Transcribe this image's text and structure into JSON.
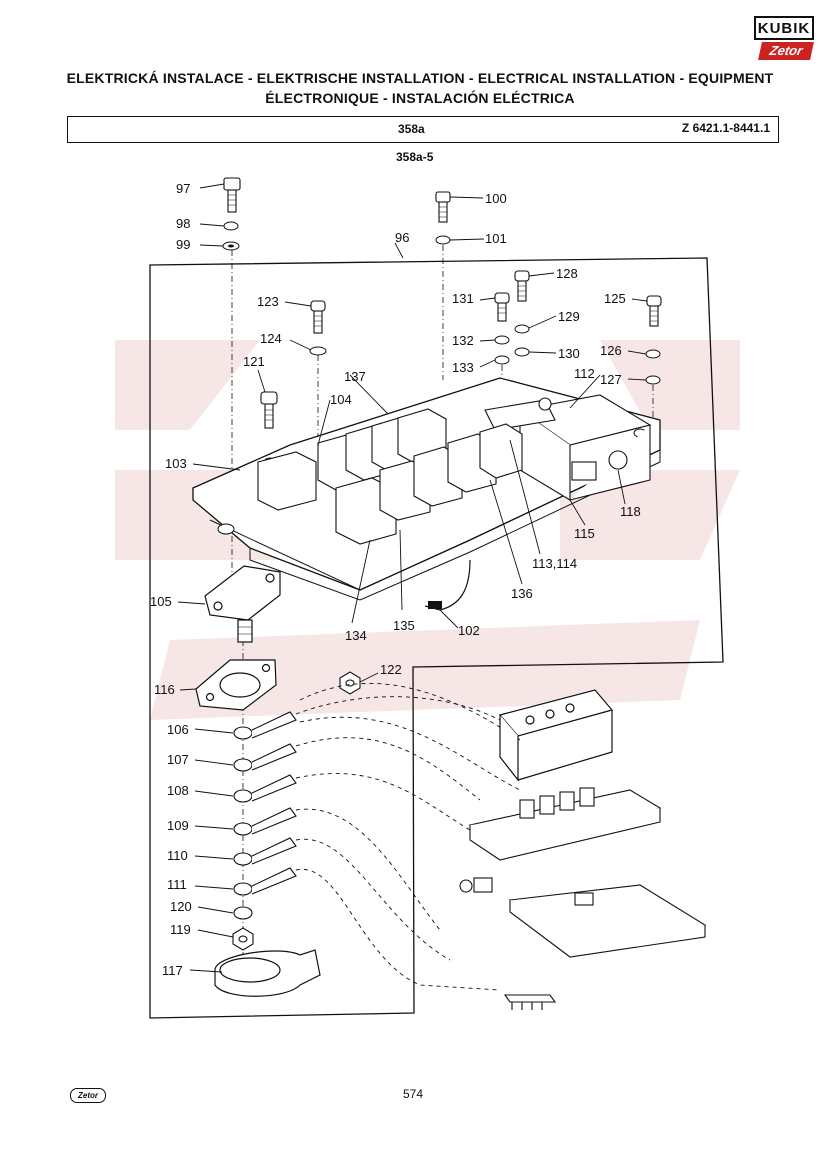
{
  "header": {
    "title_line1": "ELEKTRICKÁ INSTALACE - ELEKTRISCHE INSTALLATION - ELECTRICAL INSTALLATION - EQUIPMENT",
    "title_line2": "ÉLECTRONIQUE - INSTALACIÓN ELÉCTRICA",
    "group_code": "358a",
    "model_ref": "Z 6421.1-8441.1"
  },
  "figure": {
    "code": "358a-5",
    "callouts": {
      "c97": "97",
      "c98": "98",
      "c99": "99",
      "c100": "100",
      "c101": "101",
      "c96": "96",
      "c128": "128",
      "c131": "131",
      "c129": "129",
      "c125": "125",
      "c132": "132",
      "c130": "130",
      "c126": "126",
      "c133": "133",
      "c127": "127",
      "c123": "123",
      "c124": "124",
      "c121": "121",
      "c137": "137",
      "c112": "112",
      "c104": "104",
      "c103": "103",
      "c118": "118",
      "c115": "115",
      "c113": "113,114",
      "c136": "136",
      "c105": "105",
      "c134": "134",
      "c135": "135",
      "c102": "102",
      "c122": "122",
      "c116": "116",
      "c106": "106",
      "c107": "107",
      "c108": "108",
      "c109": "109",
      "c110": "110",
      "c111": "111",
      "c120": "120",
      "c119": "119",
      "c117": "117"
    }
  },
  "branding": {
    "logo_text": "KUBIK",
    "logo_sub": "Zetor",
    "footer_logo": "Zetor"
  },
  "footer": {
    "page_number": "574"
  },
  "colors": {
    "ink": "#111111",
    "brand_red": "#cc2222",
    "watermark": "#f3dcdc"
  }
}
